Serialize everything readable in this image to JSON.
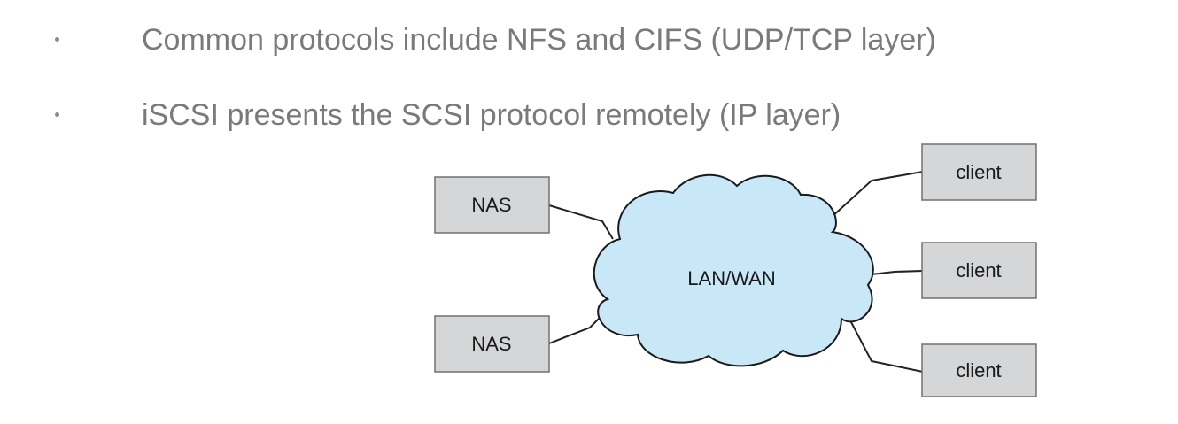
{
  "bullets": [
    {
      "text": "Common protocols include NFS and CIFS (UDP/TCP layer)"
    },
    {
      "text": "iSCSI presents the SCSI protocol remotely (IP layer)"
    }
  ],
  "diagram": {
    "nas_nodes": [
      {
        "label": "NAS"
      },
      {
        "label": "NAS"
      }
    ],
    "network": {
      "label": "LAN/WAN"
    },
    "client_nodes": [
      {
        "label": "client"
      },
      {
        "label": "client"
      },
      {
        "label": "client"
      }
    ]
  },
  "colors": {
    "bullet_text": "#7a7a7a",
    "box_fill": "#d5d6d8",
    "cloud_fill": "#c8e8f7"
  }
}
